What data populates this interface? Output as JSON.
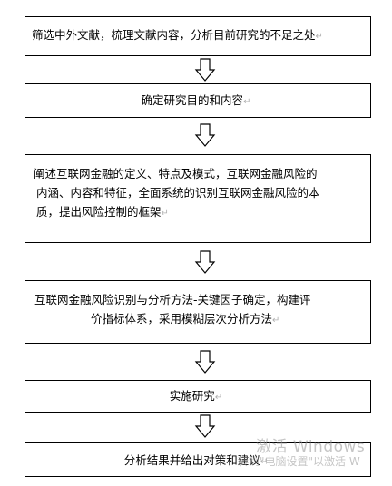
{
  "steps": [
    {
      "text": "筛选中外文献，梳理文献内容，分析目前研究的不足之处",
      "mark": "↵"
    },
    {
      "text": "确定研究目的和内容",
      "mark": "↵"
    },
    {
      "lines": [
        "阐述互联网金融的定义、特点及模式，互联网金融风险的",
        "内涵、内容和特征，全面系统的识别互联网金融风险的本",
        "质，提出风险控制的框架"
      ],
      "mark": "↵"
    },
    {
      "lines": [
        "互联网金融风险识别与分析方法-关键因子确定，构建评",
        "价指标体系，采用模糊层次分析方法"
      ],
      "mark": "↵"
    },
    {
      "text": "实施研究",
      "mark": "↵"
    },
    {
      "text": "分析结果并给出对策和建议",
      "mark": "↵"
    }
  ],
  "watermark": {
    "line1": "激活 Windows",
    "line2": "转到\"电脑设置\"以激活 W"
  }
}
